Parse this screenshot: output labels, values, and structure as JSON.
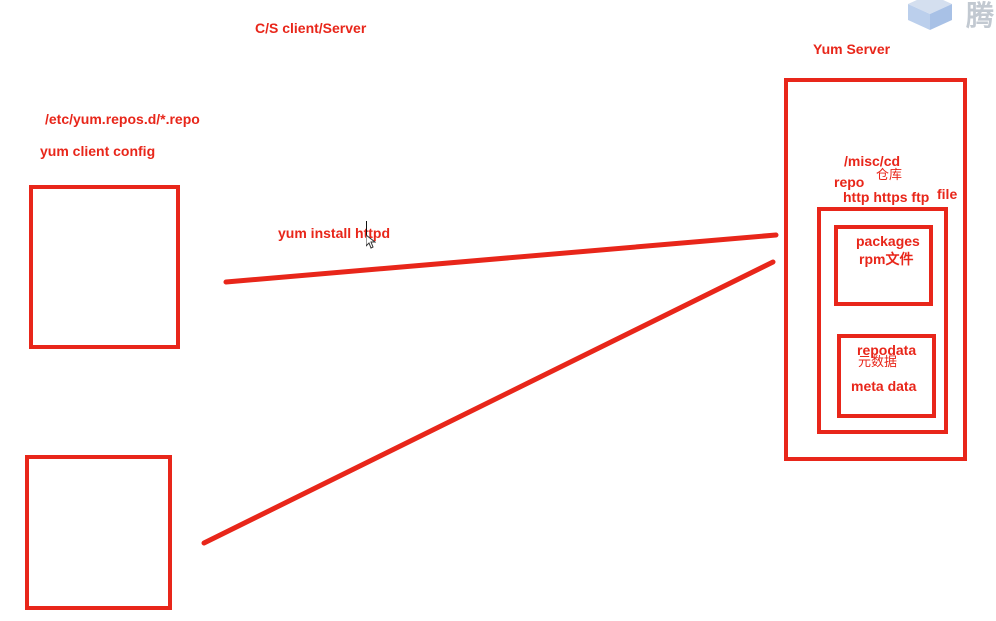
{
  "diagram": {
    "title": "C/S  client/Server",
    "server_title": "Yum Server",
    "client_repo_path": "/etc/yum.repos.d/*.repo",
    "client_config_label": "yum client  config",
    "command_label": "yum install httpd",
    "repo_location": "/misc/cd",
    "repo_label": "repo",
    "repo_label_cn": "仓库",
    "protocols_label": "http  https ftp",
    "file_label": "file",
    "packages_label": "packages",
    "rpm_label": "rpm文件",
    "repodata_label": "repodata",
    "metadata_label_cn": "元数据",
    "metadata_label": "meta data"
  },
  "colors": {
    "stroke": "#e8261a",
    "text": "#e8261a"
  },
  "watermark": {
    "icon": "cube-logo-icon",
    "text": "腾"
  }
}
